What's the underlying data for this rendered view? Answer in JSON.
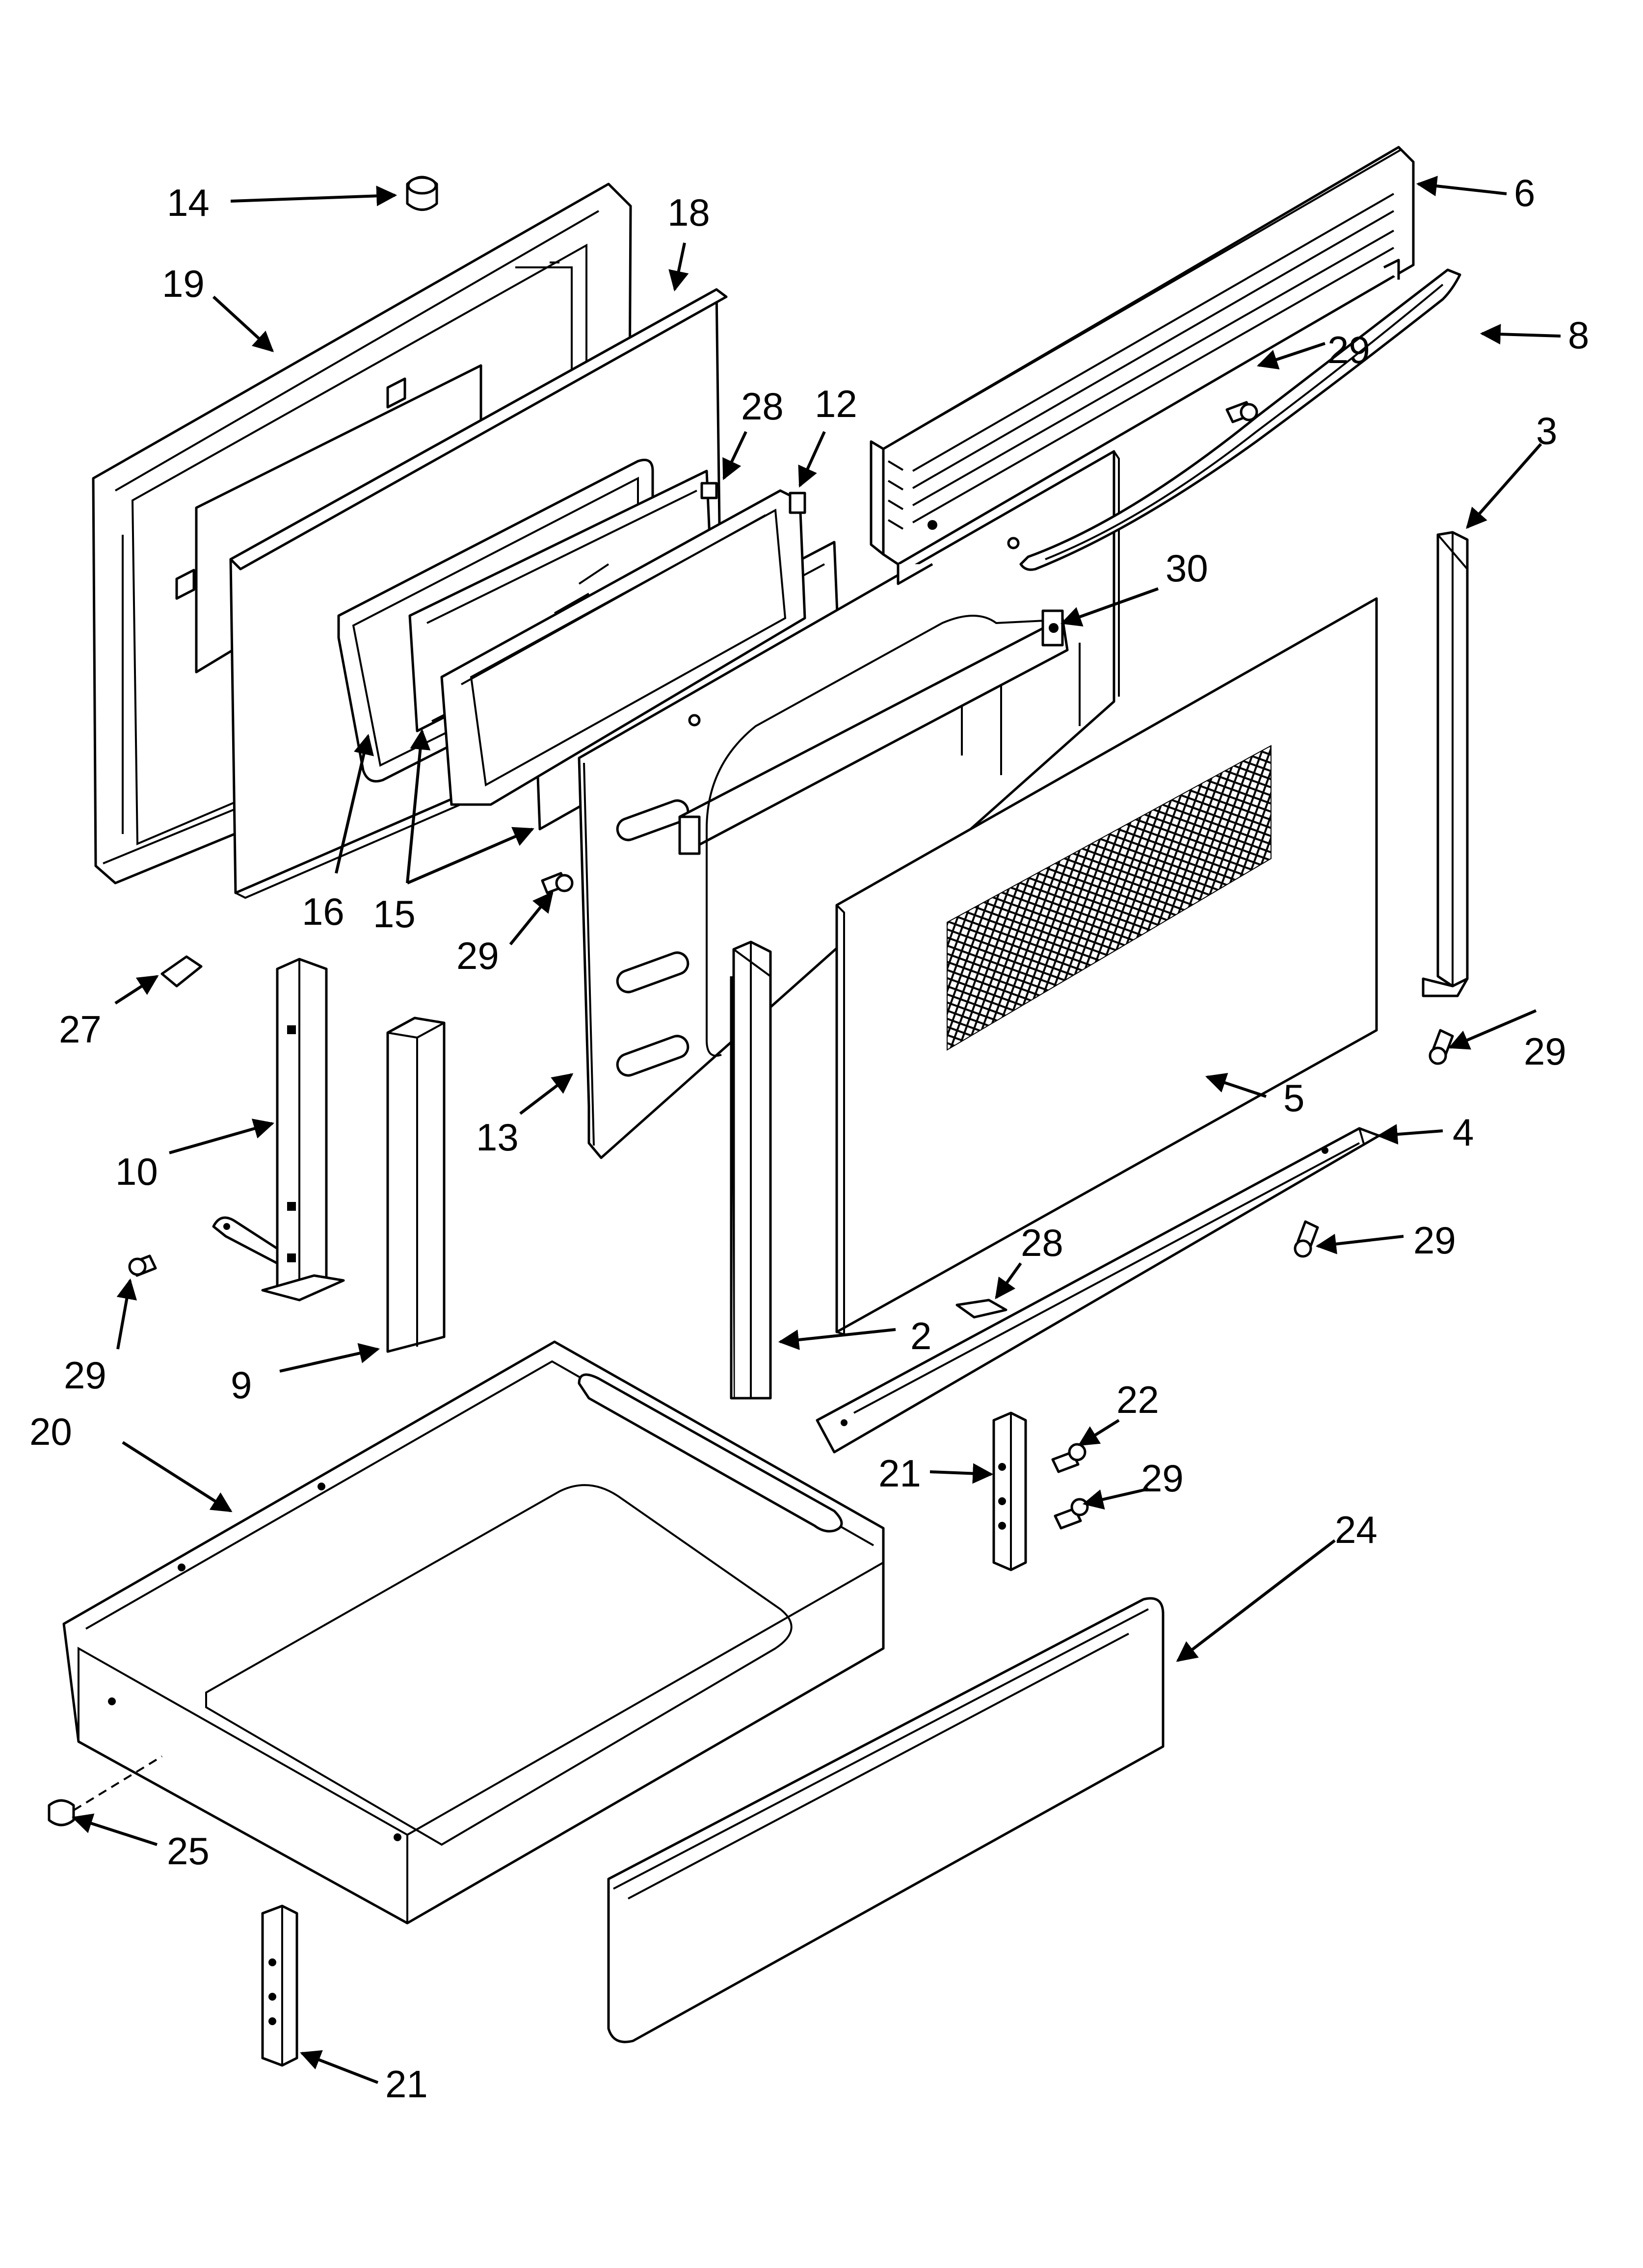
{
  "diagram": {
    "callouts": [
      "14",
      "18",
      "19",
      "28",
      "12",
      "6",
      "8",
      "29",
      "3",
      "30",
      "16",
      "15",
      "29",
      "27",
      "10",
      "13",
      "5",
      "4",
      "29",
      "29",
      "28",
      "2",
      "9",
      "29",
      "20",
      "21",
      "22",
      "29",
      "24",
      "25",
      "21"
    ]
  }
}
